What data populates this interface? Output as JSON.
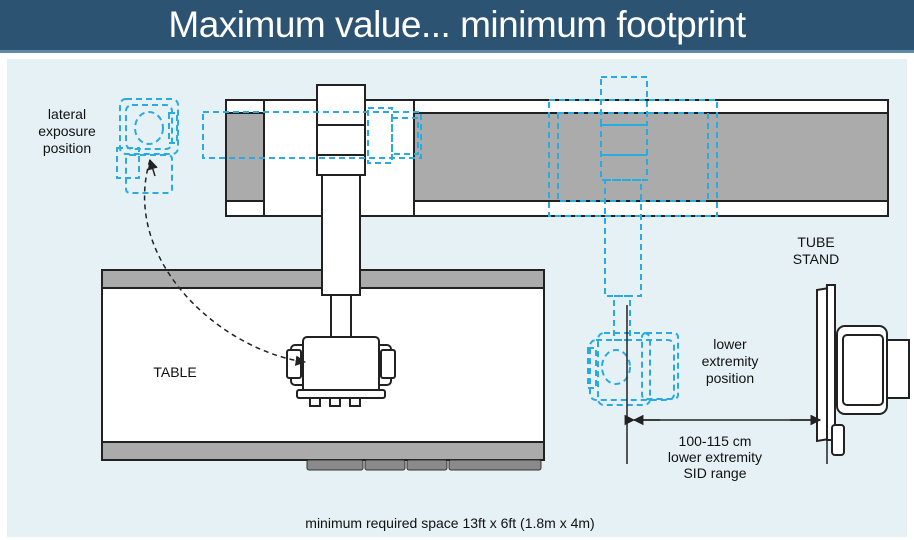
{
  "title": "Maximum value... minimum footprint",
  "labels": {
    "lateral": "lateral\nexposure\nposition",
    "table": "TABLE",
    "tube_stand": "TUBE\nSTAND",
    "lower_extremity": "lower\nextremity\nposition",
    "sid_range": "100-115 cm\nlower extremity\nSID range",
    "space": "minimum required space 13ft x 6ft (1.8m x 4m)"
  },
  "colors": {
    "banner": "#2c5472",
    "panel": "#e6f1f6",
    "dashed_outline": "#29abe2",
    "solid_outline": "#222222"
  }
}
